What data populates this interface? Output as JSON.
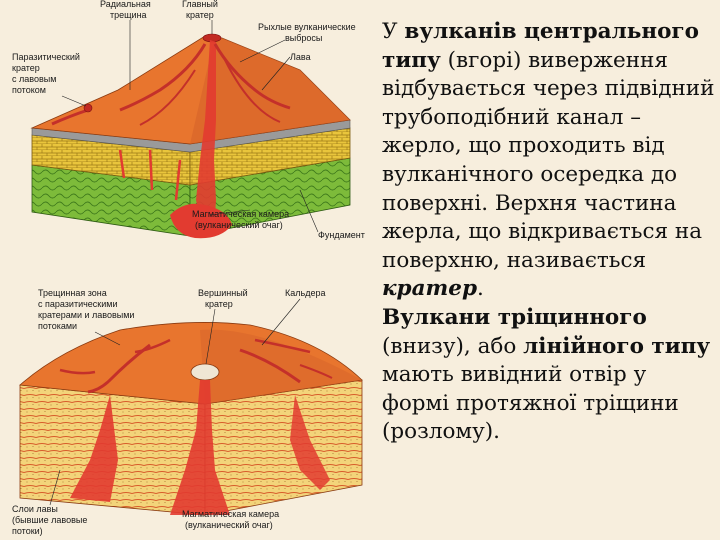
{
  "diagram_top": {
    "labels": {
      "radial_fissure": [
        "Радиальная",
        "трещина"
      ],
      "main_crater": [
        "Главный",
        "кратер"
      ],
      "ejecta": [
        "Рыхлые вулканические",
        "выбросы"
      ],
      "lava": "Лава",
      "parasitic": [
        "Паразитический",
        "кратер",
        "с лавовым",
        "потоком"
      ],
      "magma_chamber": [
        "Магматическая камера",
        "(вулканический очаг)"
      ],
      "foundation": "Фундамент"
    }
  },
  "diagram_bottom": {
    "labels": {
      "fissure_zone": [
        "Трещинная зона",
        "с паразитическими",
        "кратерами и лавовыми",
        "потоками"
      ],
      "summit_crater": [
        "Вершинный",
        "кратер"
      ],
      "caldera": "Кальдера",
      "lava_layers": [
        "Слои лавы",
        "(бывшие лавовые",
        "потоки)"
      ],
      "magma_chamber": [
        "Магматическая камера",
        "(вулканический очаг)"
      ]
    }
  },
  "text": {
    "p1_a": "У ",
    "p1_bold1": "вулканів центрального типу",
    "p1_b": " (вгорі) виверження відбувається через підвідний трубоподібний канал – жерло, що проходить від вулканічного осередка до поверхні. Верхня частина жерла, що відкривається на поверхню, називається ",
    "p1_em": "кратер",
    "p1_c": ".",
    "p2_bold1": "Вулкани тріщинного",
    "p2_a": " (внизу), або ",
    "p2_bold2": "лінійного типу",
    "p2_b": " мають вивідний отвір у формі протяжної тріщини (розлому)."
  }
}
